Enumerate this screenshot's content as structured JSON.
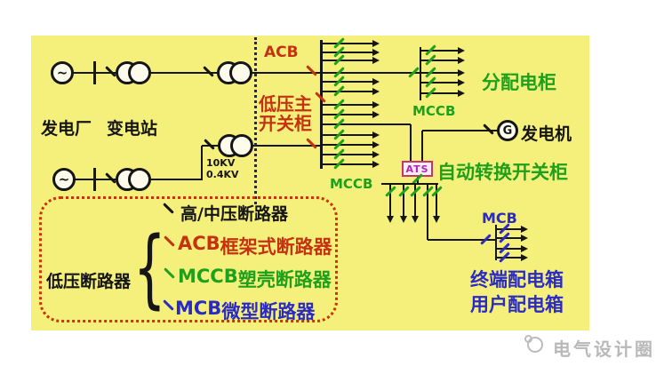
{
  "colors": {
    "panel_background": "#f5f07b",
    "line": "#151515",
    "red_accent": "#c53211",
    "green_accent": "#1da11d",
    "blue_accent": "#2a2ac4",
    "ats_border": "#cc3366",
    "ats_text": "#b822b8",
    "legend_border": "#cc3300",
    "watermark": "#b9b9b9"
  },
  "sources": {
    "generator_wave": "~",
    "power_plant": "发电厂",
    "substation": "变电站",
    "voltage_high": "10KV",
    "voltage_low": "0.4KV"
  },
  "main_switchgear": {
    "incoming_breaker": "ACB",
    "name_line1": "低压主",
    "name_line2": "开关柜",
    "outgoing_breaker": "MCCB"
  },
  "distribution_cabinet": {
    "breaker": "MCCB",
    "name": "分配电柜"
  },
  "generator": {
    "symbol": "G",
    "name": "发电机"
  },
  "ats": {
    "label": "ATS",
    "name": "自动转换开关柜"
  },
  "terminal": {
    "breaker": "MCB",
    "name_line1": "终端配电箱",
    "name_line2": "用户配电箱"
  },
  "legend": {
    "group_label": "低压断路器",
    "rows": [
      {
        "abbr": "",
        "name": "高/中压断路器"
      },
      {
        "abbr": "ACB",
        "name": "框架式断路器"
      },
      {
        "abbr": "MCCB",
        "name": "塑壳断路器"
      },
      {
        "abbr": "MCB",
        "name": "微型断路器"
      }
    ]
  },
  "watermark": {
    "text": "电气设计圈"
  }
}
